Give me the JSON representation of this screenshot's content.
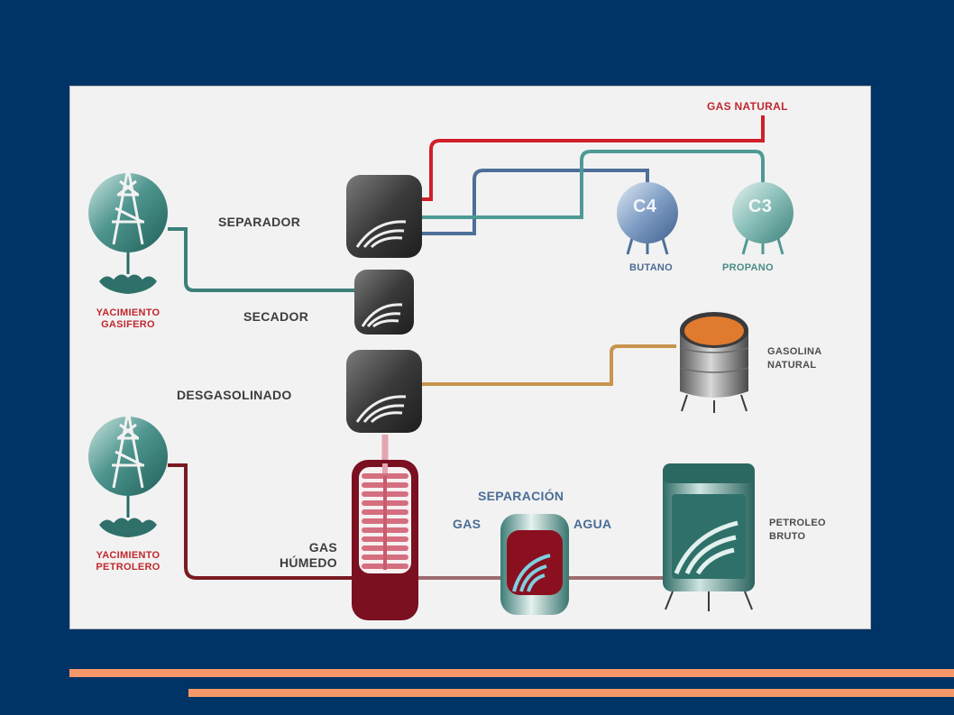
{
  "labels": {
    "gas_natural": "GAS NATURAL",
    "separador": "SEPARADOR",
    "secador": "SECADOR",
    "desgasolinado": "DESGASOLINADO",
    "gas_humedo_1": "GAS",
    "gas_humedo_2": "HÚMEDO",
    "separacion": "SEPARACIÓN",
    "gas": "GAS",
    "agua": "AGUA",
    "c4": "C4",
    "c3": "C3",
    "butano": "BUTANO",
    "propano": "PROPANO",
    "gasolina_1": "GASOLINA",
    "gasolina_2": "NATURAL",
    "petroleo_1": "PETROLEO",
    "petroleo_2": "BRUTO",
    "yac_gas_1": "YACIMIENTO",
    "yac_gas_2": "GASIFERO",
    "yac_pet_1": "YACIMIENTO",
    "yac_pet_2": "PETROLERO"
  },
  "colors": {
    "background": "#003366",
    "panel": "#f2f2f2",
    "gas_line": "#d11f2a",
    "butane_line": "#4d6f99",
    "propane_line": "#4e9a95",
    "gasoline_line": "#c8944e",
    "oil_line": "#7a1a22",
    "accent_stripe": "#f4986a"
  }
}
